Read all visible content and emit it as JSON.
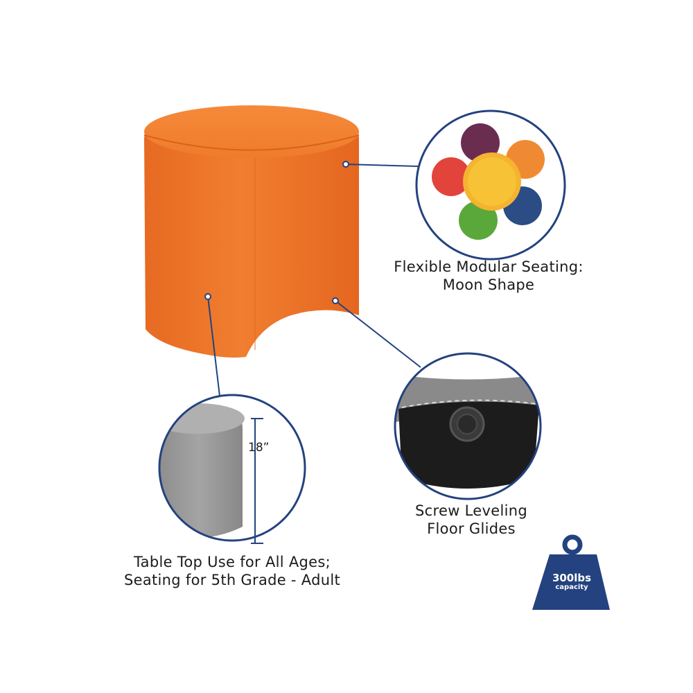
{
  "callouts": {
    "modular": {
      "line1": "Flexible Modular Seating:",
      "line2": "Moon Shape"
    },
    "glides": {
      "line1": "Screw Leveling",
      "line2": "Floor Glides"
    },
    "ages": {
      "line1": "Table Top Use for All Ages;",
      "line2": "Seating for 5th Grade - Adult"
    },
    "height": "18”"
  },
  "capacity_badge": {
    "weight": "300lbs",
    "label": "capacity"
  },
  "colors": {
    "product": "#ee7a2e",
    "navy": "#23427f",
    "swatches": [
      "#6b2d4f",
      "#f08a32",
      "#2b4c85",
      "#5aa83a",
      "#e2433a",
      "#f7c235"
    ]
  },
  "icons": {
    "swatch_wheel": "color-swatch-flower-icon",
    "weight": "weight-capacity-icon"
  }
}
